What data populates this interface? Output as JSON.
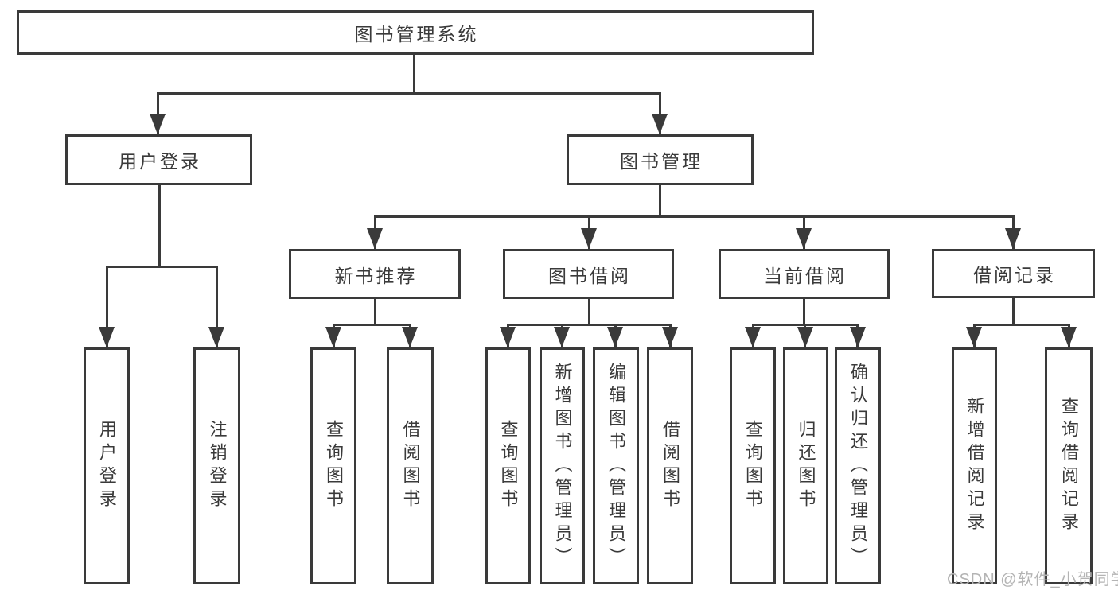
{
  "diagram": {
    "root": {
      "label": "图书管理系统"
    },
    "level2": [
      {
        "label": "用户登录"
      },
      {
        "label": "图书管理"
      }
    ],
    "level3": [
      {
        "label": "新书推荐"
      },
      {
        "label": "图书借阅"
      },
      {
        "label": "当前借阅"
      },
      {
        "label": "借阅记录"
      }
    ],
    "leaves": [
      {
        "label": "用户登录"
      },
      {
        "label": "注销登录"
      },
      {
        "label": "查询图书"
      },
      {
        "label": "借阅图书"
      },
      {
        "label": "查询图书"
      },
      {
        "label": "新增图书（管理员）"
      },
      {
        "label": "编辑图书（管理员）"
      },
      {
        "label": "借阅图书"
      },
      {
        "label": "查询图书"
      },
      {
        "label": "归还图书"
      },
      {
        "label": "确认归还（管理员）"
      },
      {
        "label": "新增借阅记录"
      },
      {
        "label": "查询借阅记录"
      }
    ],
    "watermark": "CSDN @软件_小贺同学",
    "colors": {
      "line": "#3a3a3a",
      "text": "#3a3a3a",
      "background": "#ffffff",
      "watermark": "#b4b4b4"
    }
  }
}
